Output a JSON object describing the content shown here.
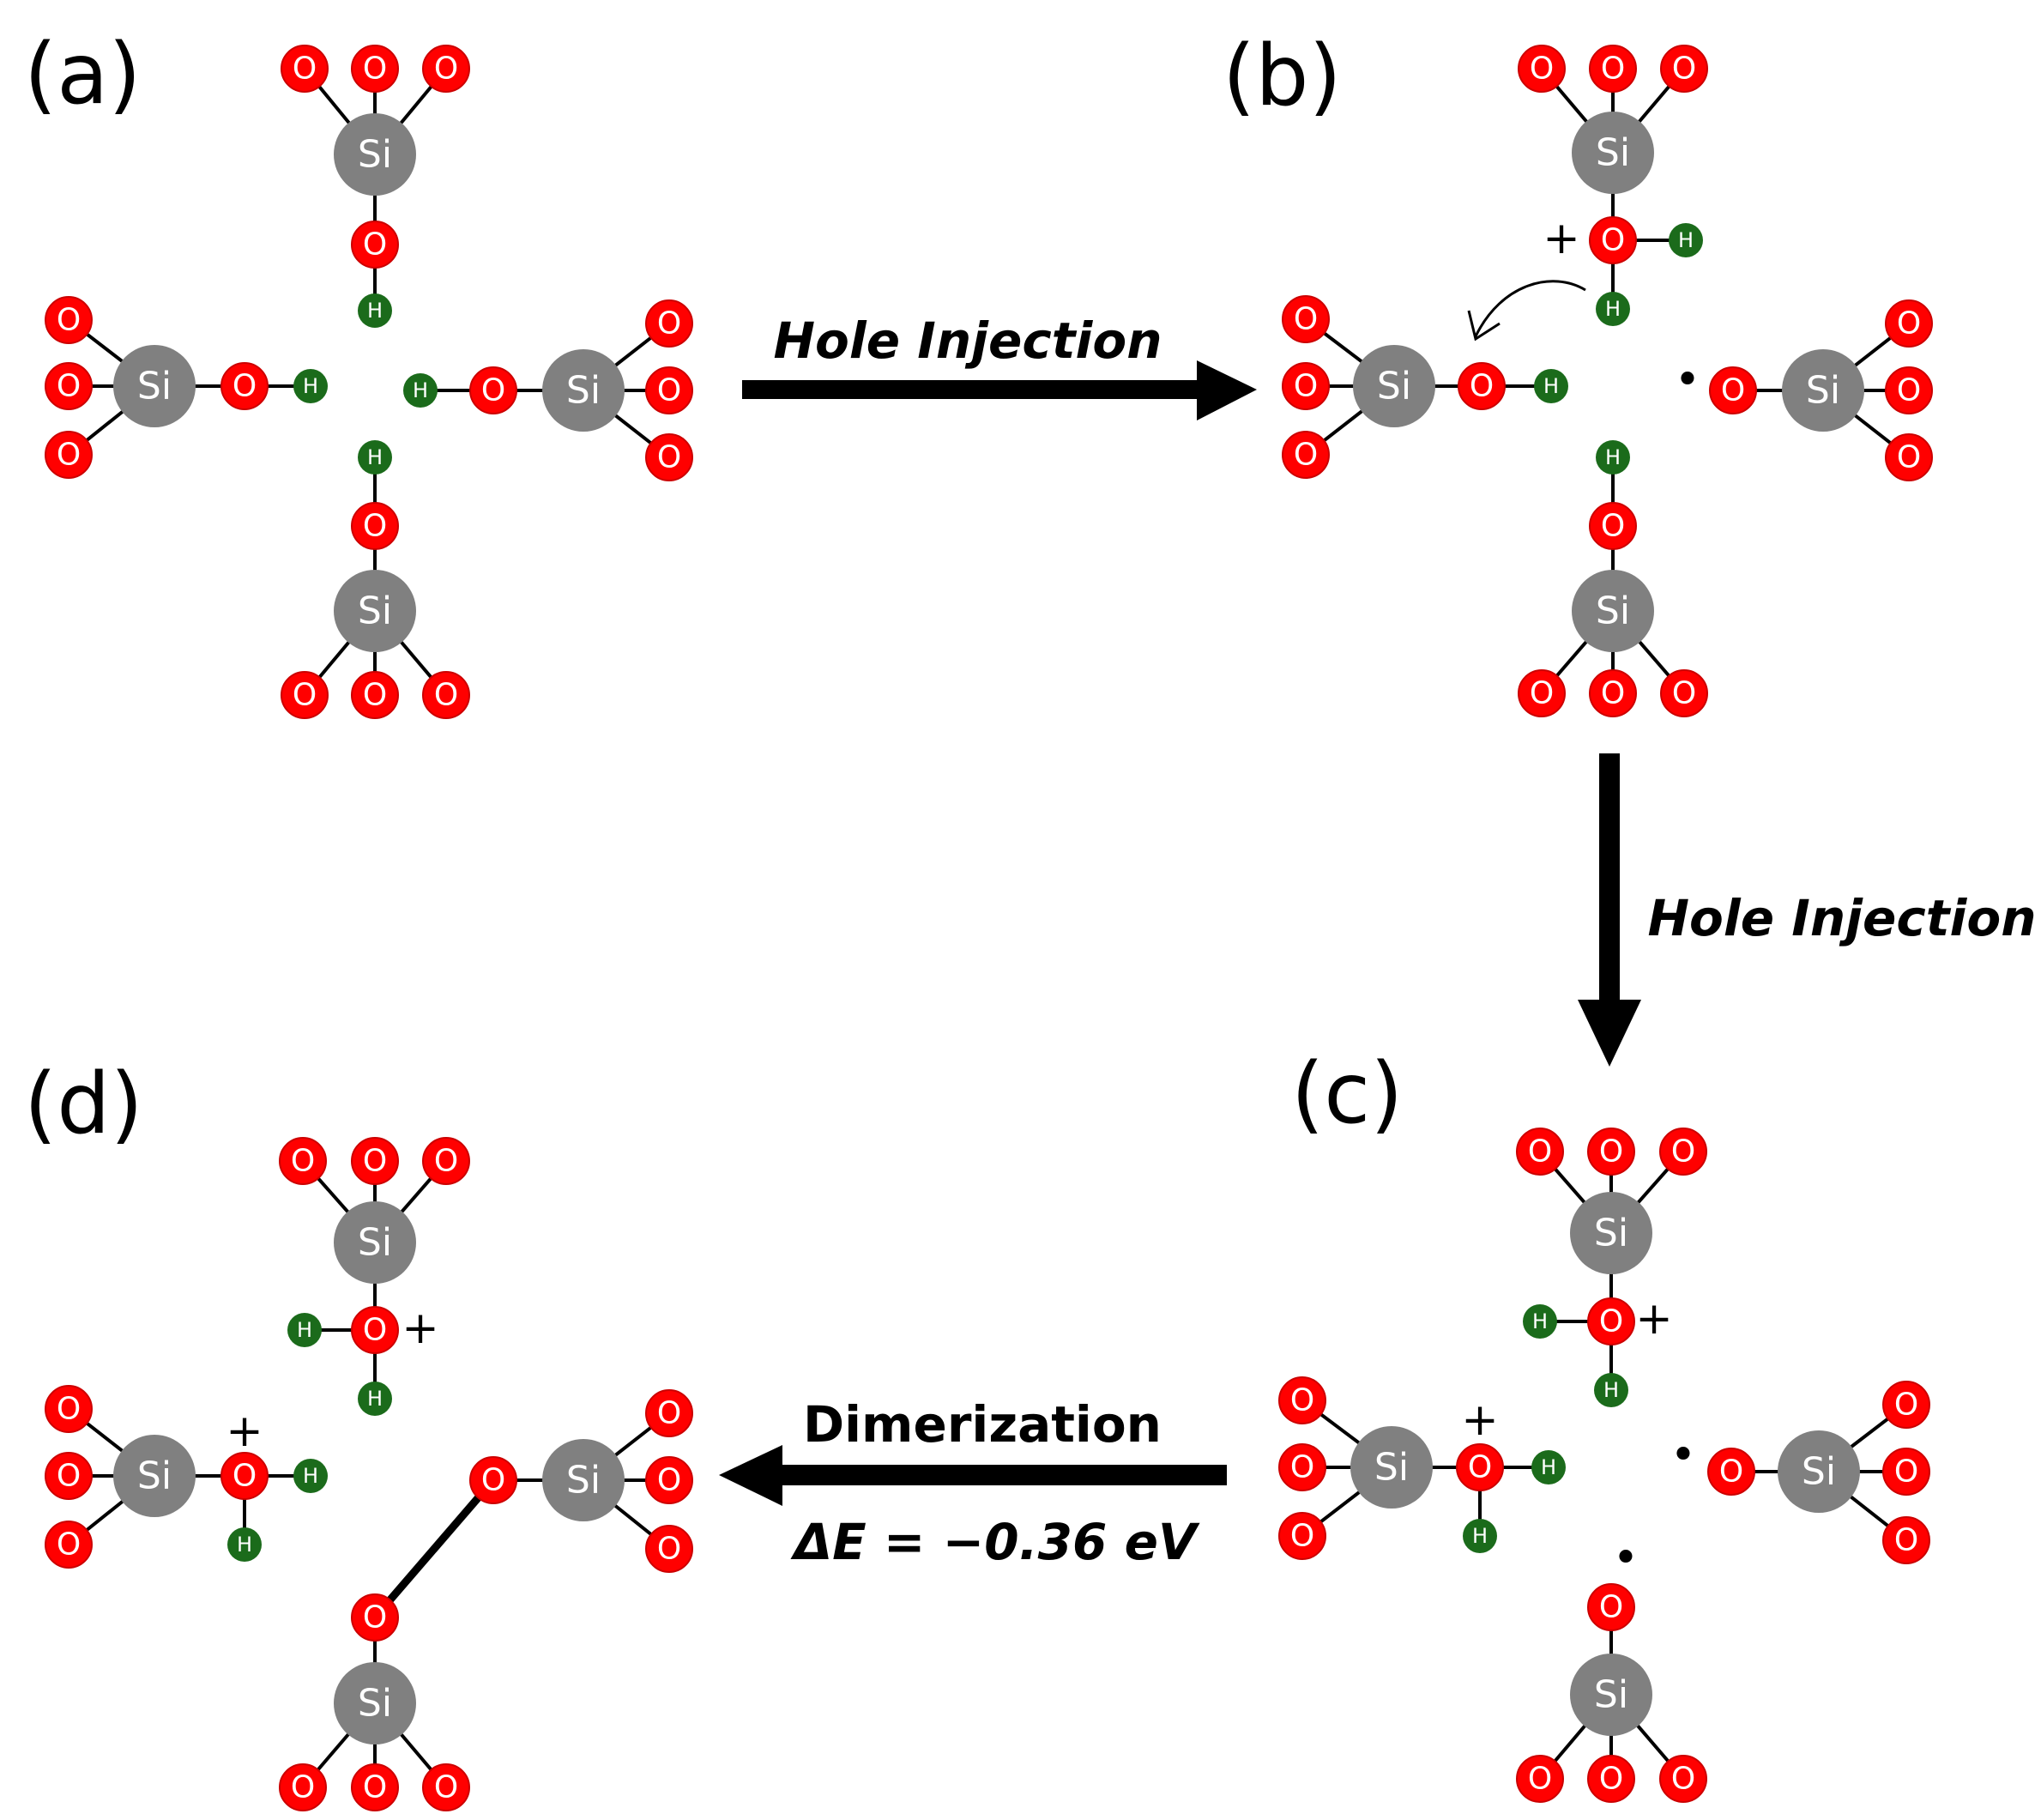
{
  "panels": {
    "a": "(a)",
    "b": "(b)",
    "c": "(c)",
    "d": "(d)"
  },
  "atoms": {
    "silicon": "Si",
    "oxygen": "O",
    "hydrogen": "H"
  },
  "arrows": {
    "a_to_b": "Hole Injection",
    "b_to_c": "Hole Injection",
    "c_to_d": "Dimerization",
    "energy": "ΔE = −0.36 eV"
  },
  "charges": {
    "plus": "+",
    "radical": "•"
  },
  "colors": {
    "silicon": "#808080",
    "oxygen": "#ff0000",
    "oxygen_stroke": "#cc0000",
    "hydrogen": "#1b6b1b",
    "bond": "#000000"
  }
}
